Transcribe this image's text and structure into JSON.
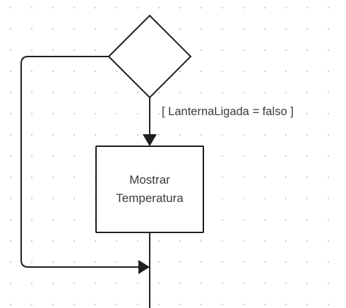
{
  "diagram": {
    "decision_guard": "[ LanternaLigada = falso ]",
    "action": {
      "line1": "Mostrar",
      "line2": "Temperatura"
    }
  },
  "colors": {
    "stroke": "#1e1e1e",
    "text": "#3a3a3a",
    "grid_dot": "#d2d2d2",
    "background": "#ffffff"
  }
}
